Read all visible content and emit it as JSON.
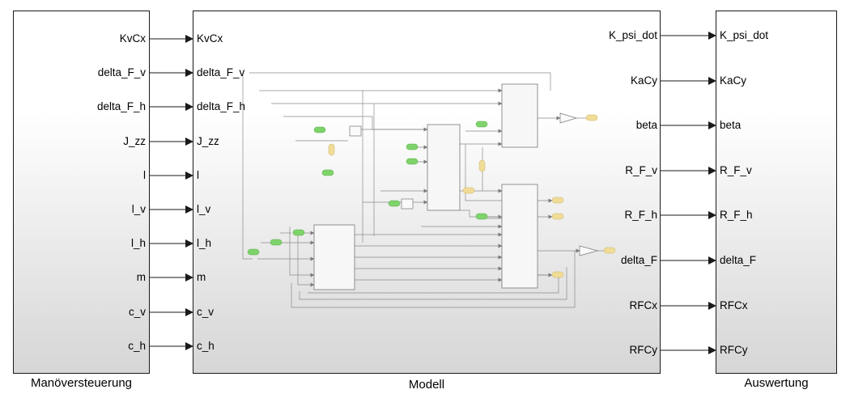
{
  "blocks": {
    "manoever": {
      "caption": "Manöversteuerung",
      "outputs": [
        "KvCx",
        "delta_F_v",
        "delta_F_h",
        "J_zz",
        "l",
        "l_v",
        "l_h",
        "m",
        "c_v",
        "c_h"
      ]
    },
    "modell": {
      "caption": "Modell",
      "inputs": [
        "KvCx",
        "delta_F_v",
        "delta_F_h",
        "J_zz",
        "l",
        "l_v",
        "l_h",
        "m",
        "c_v",
        "c_h"
      ],
      "outputs": [
        "K_psi_dot",
        "KaCy",
        "beta",
        "R_F_v",
        "R_F_h",
        "delta_F",
        "RFCx",
        "RFCy"
      ]
    },
    "auswertung": {
      "caption": "Auswertung",
      "inputs": [
        "K_psi_dot",
        "KaCy",
        "beta",
        "R_F_v",
        "R_F_h",
        "delta_F",
        "RFCx",
        "RFCy"
      ]
    }
  },
  "colors": {
    "line": "#1a1a1a",
    "inport": "#7ed36a",
    "outport": "#f0dc96",
    "inner_line": "#8a8a8a"
  }
}
